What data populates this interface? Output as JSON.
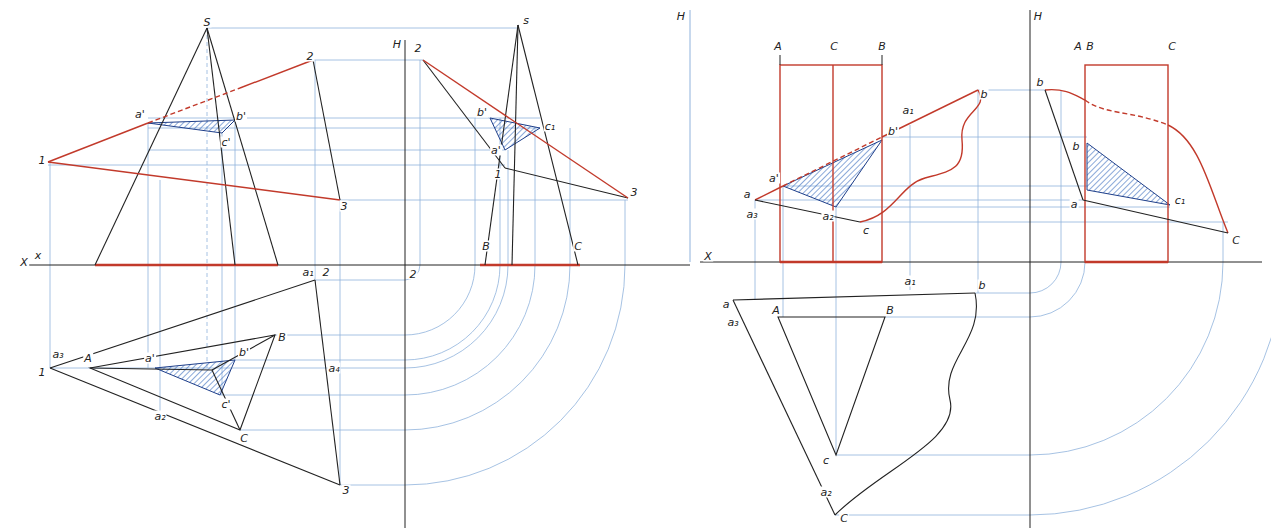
{
  "diagram": {
    "labels": [
      "S",
      "2",
      "1",
      "3",
      "a'",
      "b'",
      "c'",
      "X",
      "x",
      "H",
      "a₁",
      "2",
      "a₃",
      "1",
      "A",
      "a'",
      "B",
      "b'",
      "c'",
      "a₂",
      "C",
      "a₄",
      "3",
      "2",
      "s",
      "b'",
      "c₁",
      "a'",
      "1",
      "3",
      "B",
      "C",
      "2",
      "H",
      "H",
      "A",
      "C",
      "B",
      "b",
      "a₁",
      "b'",
      "a'",
      "a",
      "a₃",
      "a₂",
      "c",
      "X",
      "a₁",
      "b",
      "a",
      "A",
      "B",
      "a₃",
      "c",
      "a₂",
      "C",
      "b",
      "A",
      "B",
      "C",
      "b",
      "a",
      "c₁",
      "C"
    ]
  }
}
